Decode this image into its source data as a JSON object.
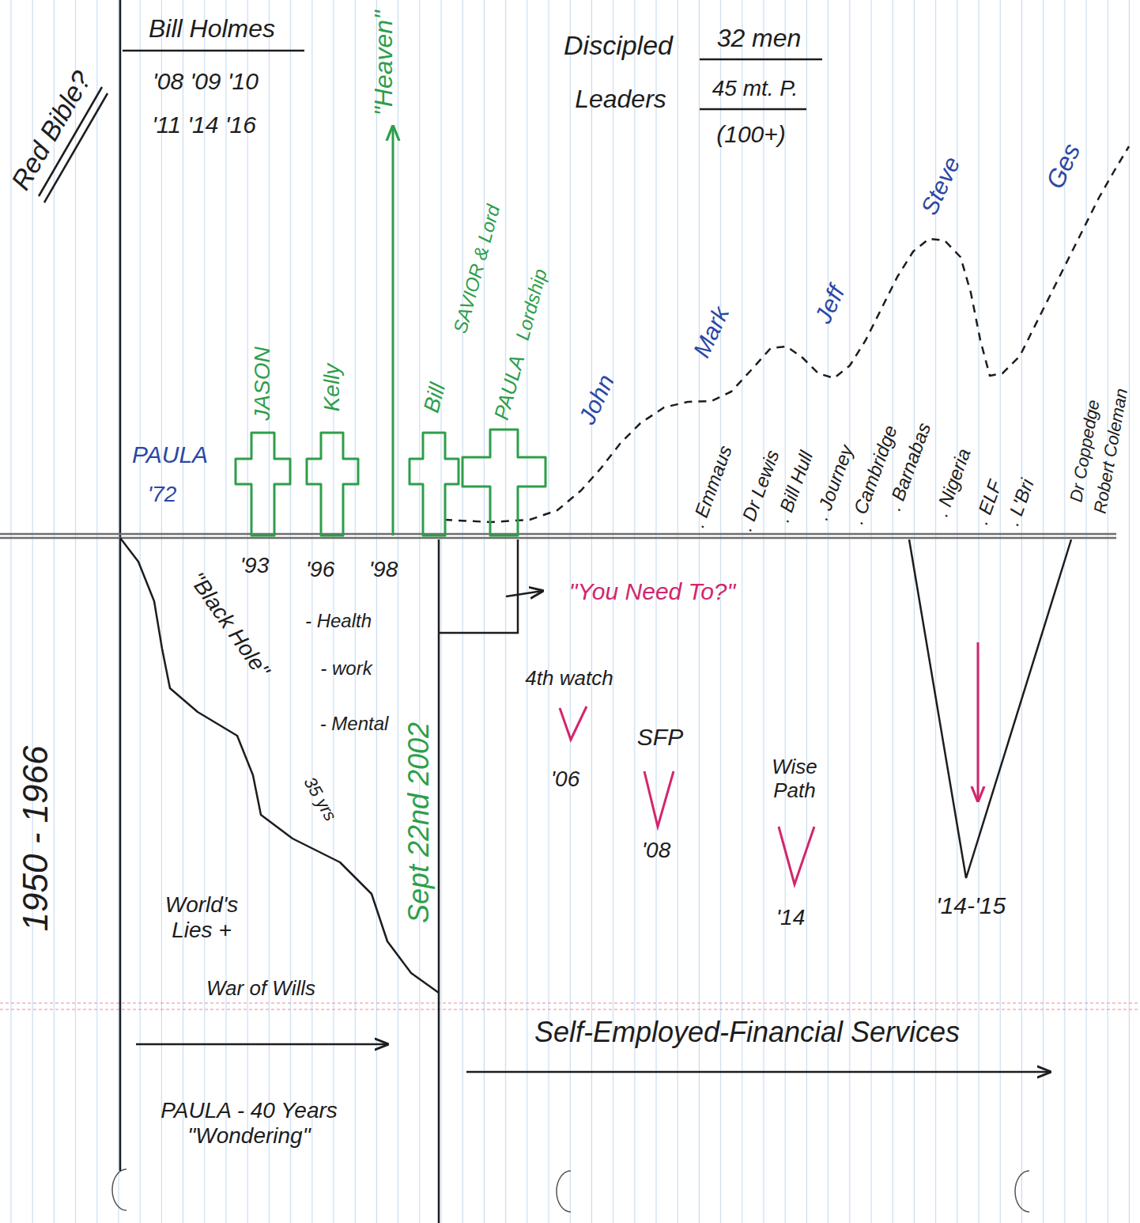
{
  "diagram": {
    "nodes": [
      {
        "text": [
          "JASON"
        ]
      },
      {
        "text": [
          "Kelly"
        ]
      },
      {
        "text": [
          "Bill",
          "SAVIOR & Lord"
        ]
      },
      {
        "text": [
          "PAULA",
          "Lordship"
        ]
      }
    ],
    "labels": [
      "Bill Holmes",
      "'08 '09 '10",
      "'11 '14 '16",
      "Discipled",
      "32 men",
      "Leaders",
      "45 mt. P.",
      "(100+)",
      "Red Bible?",
      "\"Heaven\"",
      "PAULA",
      "'72",
      "John",
      "Mark",
      "Jeff",
      "Steve",
      "Ges",
      ". Emmaus",
      ". Dr Lewis",
      ". Bill Hull",
      ". Journey",
      ". Cambridge",
      ". Barnabas",
      ". Nigeria",
      ". ELF",
      ". L'Bri",
      "Dr Coppedge",
      "Robert Coleman",
      "'93",
      "'96",
      "'98",
      "- Health",
      "- work",
      "- Mental",
      "\"Black Hole\"",
      "35 yrs",
      "World's Lies +",
      "War of Wills",
      "1950 - 1966",
      "Sept 22nd 2002",
      "\"You Need To?\"",
      "4th watch",
      "'06",
      "SFP",
      "'08",
      "Wise Path",
      "'14",
      "'14-'15",
      "Self-Employed-Financial Services",
      "PAULA - 40 Years \"Wondering\""
    ]
  }
}
